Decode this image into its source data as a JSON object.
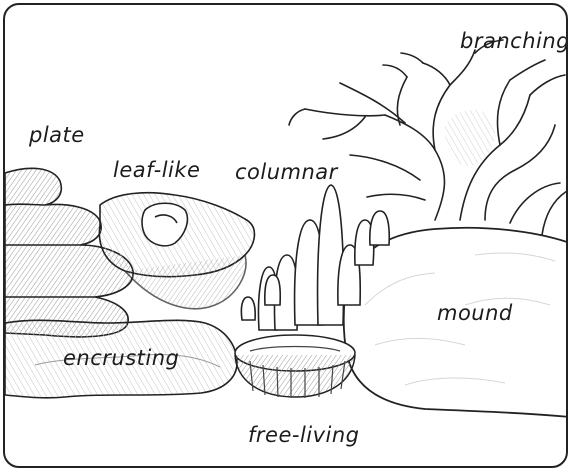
{
  "diagram": {
    "labels": {
      "branching": "branching",
      "plate": "plate",
      "leaf_like": "leaf-like",
      "columnar": "columnar",
      "mound": "mound",
      "encrusting": "encrusting",
      "free_living": "free-living"
    },
    "colors": {
      "ink": "#222222",
      "shade": "#c8c8c8",
      "background": "#ffffff"
    }
  }
}
